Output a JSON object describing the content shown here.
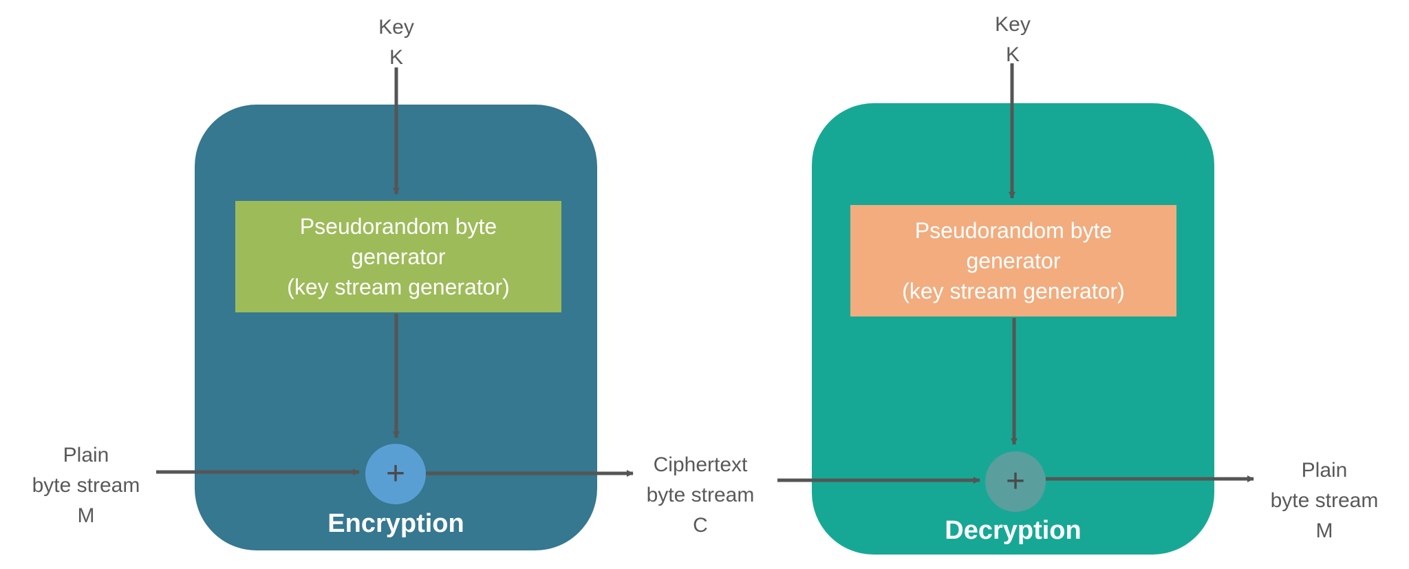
{
  "encryption": {
    "key_line1": "Key",
    "key_line2": "K",
    "generator_line1": "Pseudorandom byte",
    "generator_line2": "generator",
    "generator_line3": "(key stream generator)",
    "xor_symbol": "+",
    "title": "Encryption",
    "input_line1": "Plain",
    "input_line2": "byte stream",
    "input_line3": "M"
  },
  "ciphertext": {
    "line1": "Ciphertext",
    "line2": "byte stream",
    "line3": "C"
  },
  "decryption": {
    "key_line1": "Key",
    "key_line2": "K",
    "generator_line1": "Pseudorandom byte",
    "generator_line2": "generator",
    "generator_line3": "(key stream generator)",
    "xor_symbol": "+",
    "title": "Decryption",
    "output_line1": "Plain",
    "output_line2": "byte stream",
    "output_line3": "M"
  },
  "colors": {
    "encryption_panel": "#35788f",
    "decryption_panel": "#17a895",
    "encryption_generator": "#9dbb59",
    "decryption_generator": "#f2ac7e",
    "encryption_xor": "#5a9fd4",
    "decryption_xor": "#5a9e9e",
    "arrow": "#555555"
  }
}
